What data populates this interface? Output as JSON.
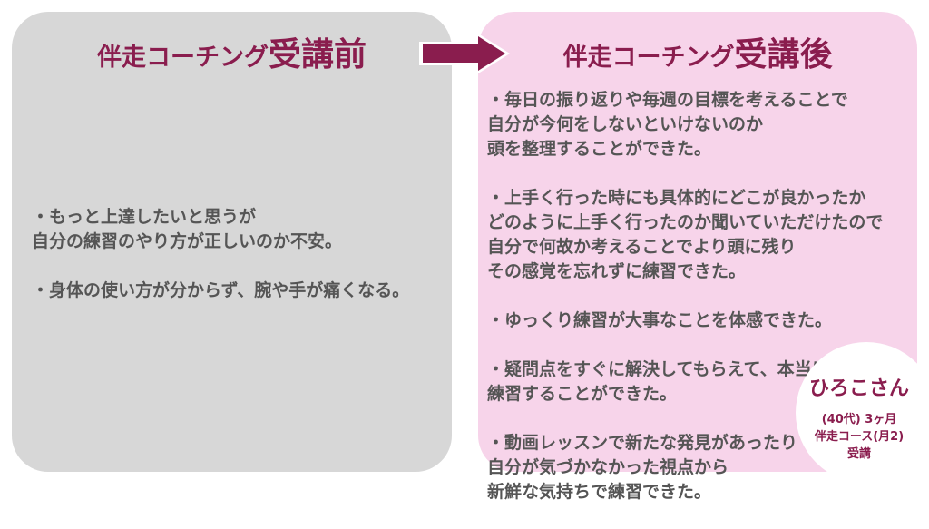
{
  "before": {
    "title_prefix": "伴走コーチング",
    "title_suffix": "受講前",
    "items": [
      "・もっと上達したいと思うが\n自分の練習のやり方が正しいのか不安。",
      "・身体の使い方が分からず、腕や手が痛くなる。"
    ]
  },
  "after": {
    "title_prefix": "伴走コーチング",
    "title_suffix": "受講後",
    "items": [
      "・毎日の振り返りや毎週の目標を考えることで\n自分が今何をしないといけないのか\n頭を整理することができた。",
      "・上手く行った時にも具体的にどこが良かったか\nどのように上手く行ったのか聞いていただけたので\n自分で何故か考えることでより頭に残り\nその感覚を忘れずに練習できた。",
      "・ゆっくり練習が大事なことを体感できた。",
      "・疑問点をすぐに解決してもらえて、本当に楽しく\n練習することができた。",
      "・動画レッスンで新たな発見があったり\n自分が気づかなかった視点から\n新鮮な気持ちで練習できた。"
    ]
  },
  "badge": {
    "name": "ひろこさん",
    "age": "(40代) 3ヶ月",
    "course": "伴走コース(月2)",
    "status": "受講"
  },
  "colors": {
    "accent": "#8a1d4e",
    "before_bg": "#d7d7d7",
    "after_bg": "#f7d4ea",
    "text": "#555555"
  },
  "icons": {
    "arrow": "arrow-right-icon"
  }
}
